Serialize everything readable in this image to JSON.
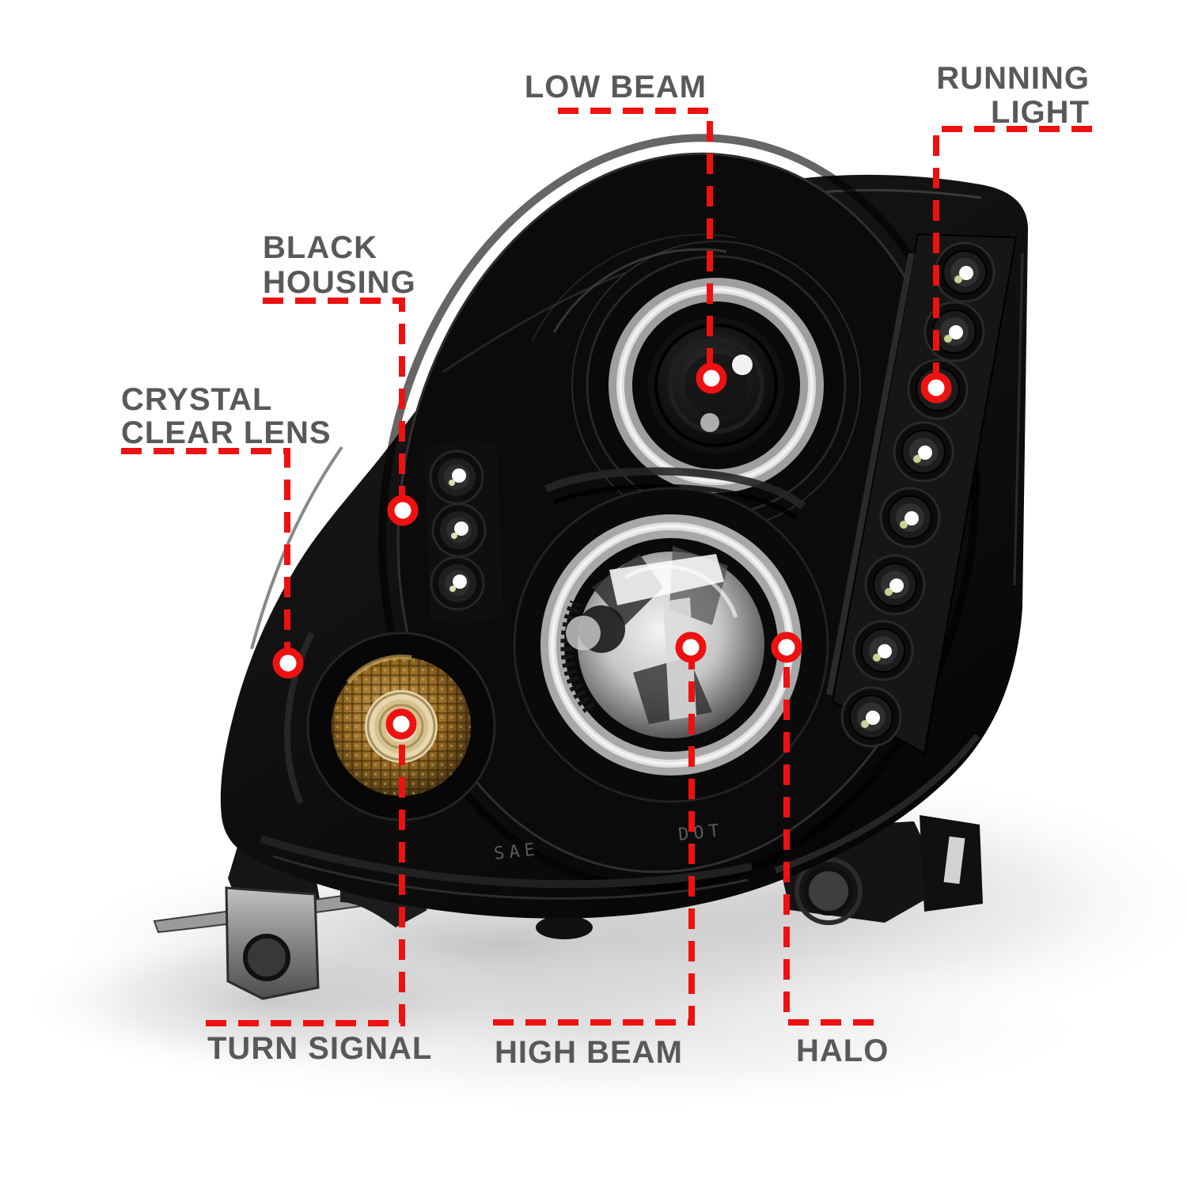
{
  "page": {
    "background": "#ffffff",
    "description": "Annotated product diagram of a black-housing projector headlight with dual halo rings, LED running lights, and amber turn signal"
  },
  "colors": {
    "annotation_red": "#ee1111",
    "label_gray": "#58595b",
    "housing_black": "#0d0d0d",
    "halo_gray": "#d6d6d6",
    "turn_signal_amber": "#a97a2e",
    "led_white": "#f5f5f5"
  },
  "labels": {
    "low_beam": {
      "text": "LOW BEAM"
    },
    "running_light": {
      "line1": "RUNNING",
      "line2": "LIGHT"
    },
    "black_housing": {
      "line1": "BLACK",
      "line2": "HOUSING"
    },
    "crystal_clear_lens": {
      "line1": "CRYSTAL",
      "line2": "CLEAR LENS"
    },
    "turn_signal": {
      "text": "TURN SIGNAL"
    },
    "high_beam": {
      "text": "HIGH BEAM"
    },
    "halo": {
      "text": "HALO"
    }
  },
  "lens_markings": {
    "left": "SAE",
    "right": "DOT"
  },
  "features": {
    "running_light_led_count": 8,
    "accent_led_count": 3,
    "halo_ring_count": 2
  }
}
